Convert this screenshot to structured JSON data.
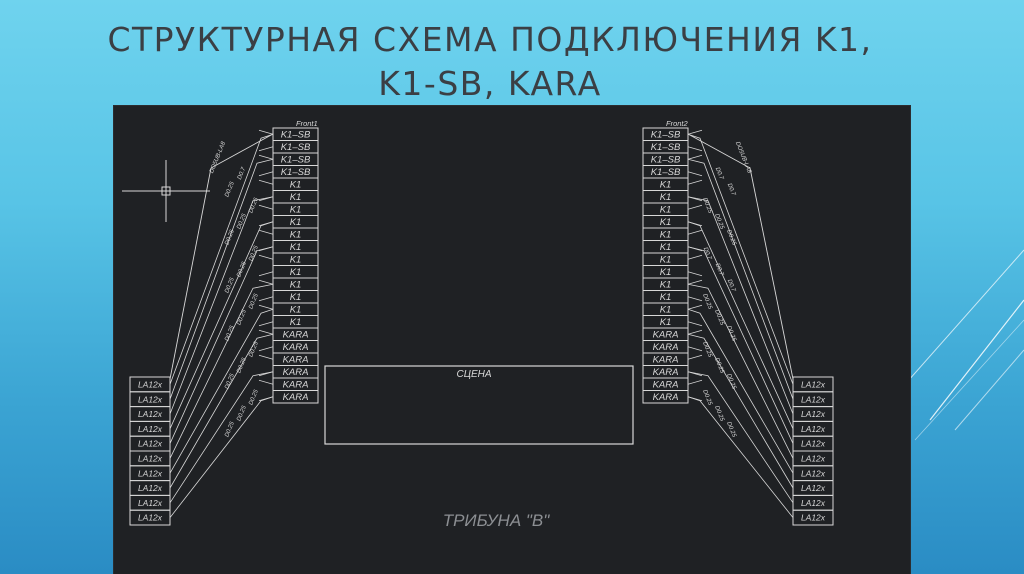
{
  "slide": {
    "title_line1": "СТРУКТУРНАЯ СХЕМА ПОДКЛЮЧЕНИЯ K1,",
    "title_line2": "K1-SB, KARA"
  },
  "colors": {
    "panel_bg": "#1f2124",
    "line": "#d8d8d8",
    "title_text": "#3b3f44",
    "deco_line": "#ffffff"
  },
  "diagram": {
    "stage_label": "СЦЕНА",
    "stand_label": "ТРИБУНА  \"В\"",
    "left_column": {
      "header": "Front1",
      "cells": [
        "K1–SB",
        "K1–SB",
        "K1–SB",
        "K1–SB",
        "K1",
        "K1",
        "K1",
        "K1",
        "K1",
        "K1",
        "K1",
        "K1",
        "K1",
        "K1",
        "K1",
        "K1",
        "KARA",
        "KARA",
        "KARA",
        "KARA",
        "KARA",
        "KARA"
      ]
    },
    "right_column": {
      "header": "Front2",
      "cells": [
        "K1–SB",
        "K1–SB",
        "K1–SB",
        "K1–SB",
        "K1",
        "K1",
        "K1",
        "K1",
        "K1",
        "K1",
        "K1",
        "K1",
        "K1",
        "K1",
        "K1",
        "K1",
        "KARA",
        "KARA",
        "KARA",
        "KARA",
        "KARA",
        "KARA"
      ]
    },
    "left_amps": [
      "LA12x",
      "LA12x",
      "LA12x",
      "LA12x",
      "LA12x",
      "LA12x",
      "LA12x",
      "LA12x",
      "LA12x",
      "LA12x"
    ],
    "right_amps": [
      "LA12x",
      "LA12x",
      "LA12x",
      "LA12x",
      "LA12x",
      "LA12x",
      "LA12x",
      "LA12x",
      "LA12x",
      "LA12x"
    ],
    "cable_labels_left": [
      "DO5UB-LA8",
      "D0.7",
      "D0.25",
      "D0.25",
      "D0.25",
      "D0.25",
      "D0.25",
      "D0.25",
      "D0.25",
      "D0.25",
      "D0.25",
      "D0.25",
      "D0.25",
      "D0.25",
      "D0.25",
      "D0.25",
      "D0.25",
      "D0.25"
    ],
    "cable_labels_right": [
      "DO5UB-LA8",
      "D0.7",
      "D0.7",
      "D0.25",
      "D0.25",
      "D0.25",
      "D0.7",
      "D0.7",
      "D0.7",
      "D0.25",
      "D0.25",
      "D0.25",
      "D0.25",
      "D0.25",
      "D0.25",
      "D0.25",
      "D0.25",
      "D0.25"
    ]
  }
}
